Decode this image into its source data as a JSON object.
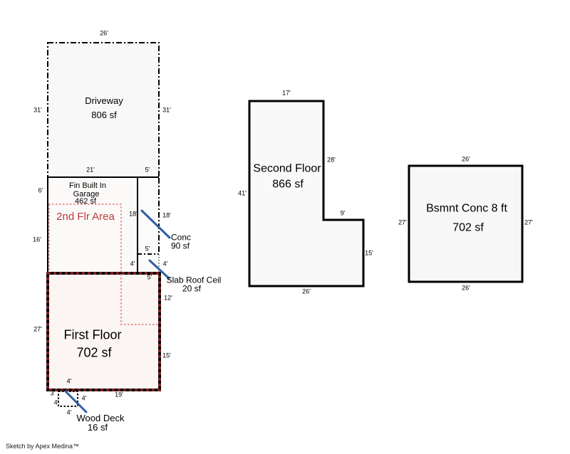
{
  "sketch": {
    "driveway": {
      "label": "Driveway",
      "size": "806 sf",
      "dim_top": "26'",
      "dim_left": "31'",
      "dim_right": "31'"
    },
    "garage": {
      "label_1": "Fin Built In",
      "label_2": "Garage",
      "label_3": "462 sf",
      "dim_top": "21'",
      "dim_left_upper": "6'",
      "dim_left_lower": "16'"
    },
    "overlay": {
      "label": "2nd Flr Area"
    },
    "conc": {
      "label": "Conc",
      "size": "90 sf",
      "dim_top": "5'",
      "dim_left": "18'",
      "dim_right": "18'",
      "dim_bottom": "5'"
    },
    "slab": {
      "label": "Slab Roof Ceil",
      "size": "20 sf",
      "dim_left": "4'",
      "dim_right": "4'",
      "dim_width": "5'"
    },
    "first_floor": {
      "label": "First Floor",
      "size": "702 sf",
      "dim_left": "27'",
      "dim_right_upper": "12'",
      "dim_right_lower": "15'",
      "dim_bottom": "19'",
      "dim_bottom_left": "3'",
      "dim_deck_top": "4'"
    },
    "wood_deck": {
      "label": "Wood Deck",
      "size": "16 sf",
      "dim_left": "4'",
      "dim_right": "4'",
      "dim_bottom": "4'"
    },
    "second_floor": {
      "label": "Second Floor",
      "size": "866 sf",
      "dim_top": "17'",
      "dim_left": "41'",
      "dim_right_upper": "28'",
      "dim_notch": "9'",
      "dim_right_lower": "15'",
      "dim_bottom": "26'"
    },
    "basement": {
      "label": "Bsmnt Conc 8 ft",
      "size": "702 sf",
      "dim_top": "26'",
      "dim_bottom": "26'",
      "dim_left": "27'",
      "dim_right": "27'"
    },
    "footer": {
      "attribution": "Sketch by Apex Medina™"
    },
    "colors": {
      "line": "#000000",
      "leader_blue": "#2e5fa4",
      "overlay_text_red": "#bb3a3a",
      "overlay_dots_red": "#e89595",
      "first_floor_border_red": "#7a2222"
    }
  }
}
